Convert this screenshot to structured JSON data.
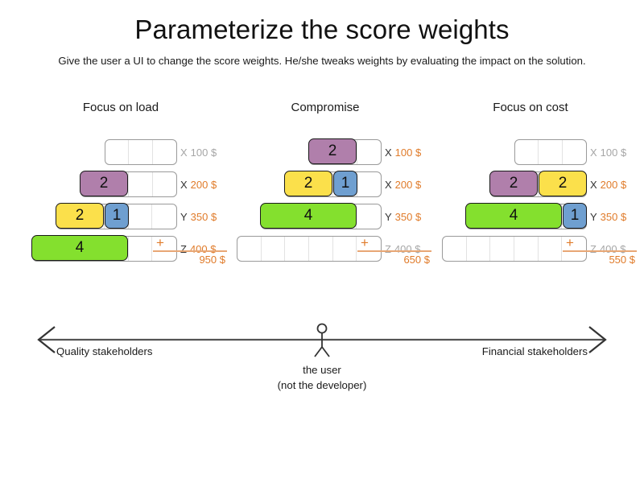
{
  "header": {
    "title": "Parameterize the score weights",
    "subtitle": "Give the user a UI to change the score weights. He/she tweaks weights by evaluating the impact on the solution."
  },
  "colors": {
    "purple": "#b07fab",
    "yellow": "#fbe04b",
    "blue": "#6f9fd0",
    "green": "#84e02e",
    "accent_orange": "#e07b2a",
    "muted_grey": "#a6a6a6",
    "track_border": "#9a9a9a"
  },
  "columns": [
    {
      "title": "Focus on load",
      "rows": [
        {
          "letter": "X",
          "amount": "100 $",
          "muted": true,
          "cells": 3,
          "segments": []
        },
        {
          "letter": "X",
          "amount": "200 $",
          "muted": false,
          "cells": 4,
          "segments": [
            {
              "value": "2",
              "color": "purple",
              "cells": 2
            }
          ]
        },
        {
          "letter": "Y",
          "amount": "350 $",
          "muted": false,
          "cells": 5,
          "segments": [
            {
              "value": "2",
              "color": "yellow",
              "cells": 2
            },
            {
              "value": "1",
              "color": "blue",
              "cells": 1
            }
          ]
        },
        {
          "letter": "Z",
          "amount": "400 $",
          "muted": false,
          "cells": 6,
          "segments": [
            {
              "value": "4",
              "color": "green",
              "cells": 4
            }
          ]
        }
      ],
      "total": {
        "operator": "+",
        "sum": "950 $"
      }
    },
    {
      "title": "Compromise",
      "rows": [
        {
          "letter": "X",
          "amount": "100 $",
          "muted": false,
          "cells": 3,
          "segments": [
            {
              "value": "2",
              "color": "purple",
              "cells": 2
            }
          ]
        },
        {
          "letter": "X",
          "amount": "200 $",
          "muted": false,
          "cells": 4,
          "segments": [
            {
              "value": "2",
              "color": "yellow",
              "cells": 2
            },
            {
              "value": "1",
              "color": "blue",
              "cells": 1
            }
          ]
        },
        {
          "letter": "Y",
          "amount": "350 $",
          "muted": false,
          "cells": 5,
          "segments": [
            {
              "value": "4",
              "color": "green",
              "cells": 4
            }
          ]
        },
        {
          "letter": "Z",
          "amount": "400 $",
          "muted": true,
          "cells": 6,
          "segments": []
        }
      ],
      "total": {
        "operator": "+",
        "sum": "650 $"
      }
    },
    {
      "title": "Focus on cost",
      "rows": [
        {
          "letter": "X",
          "amount": "100 $",
          "muted": true,
          "cells": 3,
          "segments": []
        },
        {
          "letter": "X",
          "amount": "200 $",
          "muted": false,
          "cells": 4,
          "segments": [
            {
              "value": "2",
              "color": "purple",
              "cells": 2
            },
            {
              "value": "2",
              "color": "yellow",
              "cells": 2
            }
          ]
        },
        {
          "letter": "Y",
          "amount": "350 $",
          "muted": false,
          "cells": 5,
          "segments": [
            {
              "value": "4",
              "color": "green",
              "cells": 4
            },
            {
              "value": "1",
              "color": "blue",
              "cells": 1
            }
          ]
        },
        {
          "letter": "Z",
          "amount": "400 $",
          "muted": true,
          "cells": 6,
          "segments": []
        }
      ],
      "total": {
        "operator": "+",
        "sum": "550 $"
      }
    }
  ],
  "axis": {
    "left_label": "Quality stakeholders",
    "right_label": "Financial stakeholders",
    "actor_line1": "the user",
    "actor_line2": "(not the developer)"
  }
}
